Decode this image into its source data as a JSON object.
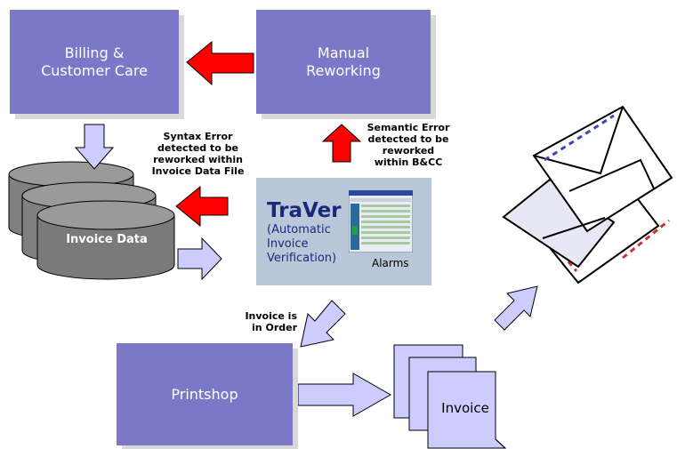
{
  "boxes": {
    "billing": "Billing &\nCustomer Care",
    "manual": "Manual\nReworking",
    "printshop": "Printshop"
  },
  "traver": {
    "title": "TraVer",
    "subtitle": "(Automatic\nInvoice\nVerification)",
    "alarms": "Alarms"
  },
  "database_label": "Invoice Data",
  "invoice_label": "Invoice",
  "annotations": {
    "syntax_error": "Syntax Error\ndetected to be\nreworked within\nInvoice Data File",
    "semantic_error": "Semantic Error\ndetected to be\nreworked\nwithin B&CC",
    "invoice_in_order": "Invoice is\nin Order"
  },
  "colors": {
    "box_fill": "#7b78c8",
    "red_arrow": "#ff0000",
    "light_arrow": "#ccccff",
    "database_fill": "#808080",
    "traver_fill": "#b9c7d8"
  }
}
